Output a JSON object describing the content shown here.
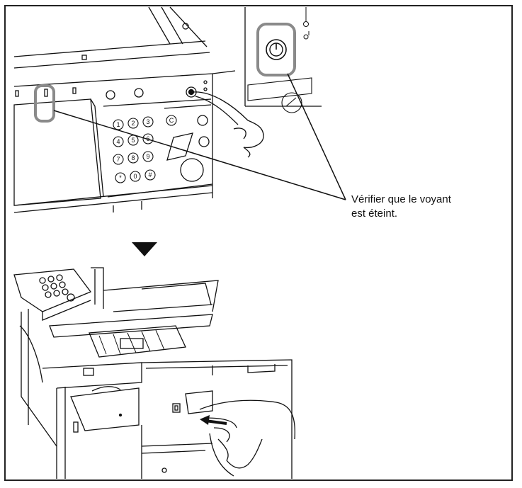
{
  "callout": {
    "line1": "Vérifier que le voyant",
    "line2": "est éteint."
  },
  "keypad": {
    "keys": [
      "1",
      "2",
      "3",
      "C",
      "4",
      "5",
      "6",
      "7",
      "8",
      "9",
      "*",
      "0",
      "#"
    ]
  },
  "colors": {
    "highlight": "#8a8a8a",
    "line": "#111111"
  },
  "icons": {
    "step_arrow": "down-triangle-icon",
    "power_button": "power-icon",
    "insert_arrow": "left-arrow-icon"
  }
}
